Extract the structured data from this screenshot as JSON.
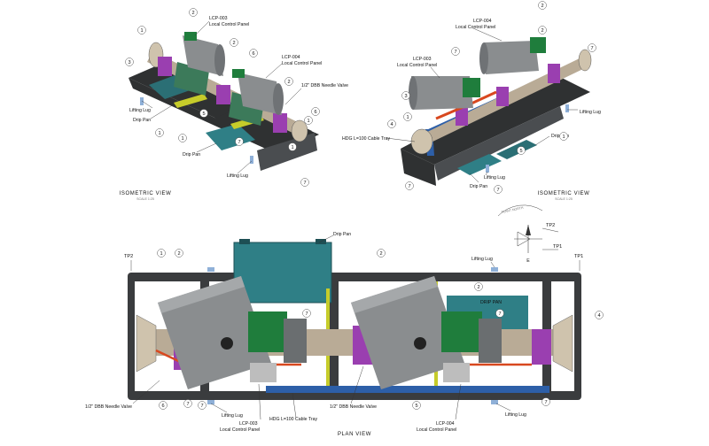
{
  "colors": {
    "skid_frame": "#2f3132",
    "actuator_body": "#8a8d8f",
    "control_panel": "#1f7d3c",
    "flange_purple": "#9a3fb0",
    "cable_tray": "#2d5fa8",
    "drip_pan": "#2f7f86",
    "pipe_orange": "#d8481f",
    "lifting_lug_blue": "#8fb0d8",
    "support_yellow": "#c6cc2a"
  },
  "views": {
    "iso_left": {
      "title": "ISOMETRIC VIEW",
      "subtitle": "SCALE 1:25",
      "labels": {
        "lcp3_tag": "LCP-003",
        "lcp3_desc": "Local Control Panel",
        "lcp4_tag": "LCP-004",
        "lcp4_desc": "Local Control Panel",
        "needle": "1/2\" DBB Needle Valve",
        "lug1": "Lifting Lug",
        "drip1": "Drip Pan",
        "drip2": "Drip Pan",
        "lug2": "Lifting Lug"
      },
      "callouts": [
        "2",
        "1",
        "3",
        "2",
        "2",
        "1",
        "1",
        "5",
        "6",
        "1",
        "1",
        "7",
        "7",
        "6"
      ]
    },
    "iso_right": {
      "title": "ISOMETRIC VIEW",
      "subtitle": "SCALE 1:25",
      "labels": {
        "lcp4_tag": "LCP-004",
        "lcp4_desc": "Local Control Panel",
        "lcp3_tag": "LCP-003",
        "lcp3_desc": "Local Control Panel",
        "lug1": "Lifting Lug",
        "tray": "HDG L=100 Cable Tray",
        "drip1": "Drip Pan",
        "drip2": "Drip Pan",
        "lug2": "Lifting Lug"
      },
      "callouts": [
        "2",
        "2",
        "7",
        "3",
        "1",
        "4",
        "5",
        "7",
        "7",
        "1",
        "7"
      ]
    },
    "plan": {
      "title": "PLAN VIEW",
      "labels": {
        "tp2": "TP2",
        "tp1": "TP1",
        "drip_pan": "Drip Pan",
        "lug_top": "Lifting Lug",
        "drip_pan_inner": "DRIP PAN",
        "needle_left": "1/2\" DBB Needle Valve",
        "lug_bottom_left": "Lifting Lug",
        "lcp3_tag": "LCP-003",
        "lcp3_desc": "Local Control Panel",
        "tray": "HDG L=100 Cable Tray",
        "needle_mid": "1/2\" DBB Needle Valve",
        "lcp4_tag": "LCP-004",
        "lcp4_desc": "Local Control Panel",
        "lug_bottom_right": "Lifting Lug"
      },
      "callouts": [
        "1",
        "2",
        "2",
        "2",
        "7",
        "7",
        "4",
        "6",
        "7",
        "5",
        "7",
        "7"
      ]
    },
    "compass": {
      "north_label": "PLANT NORTH",
      "east": "E",
      "tp_in": "TP2",
      "tp_out": "TP1"
    }
  }
}
